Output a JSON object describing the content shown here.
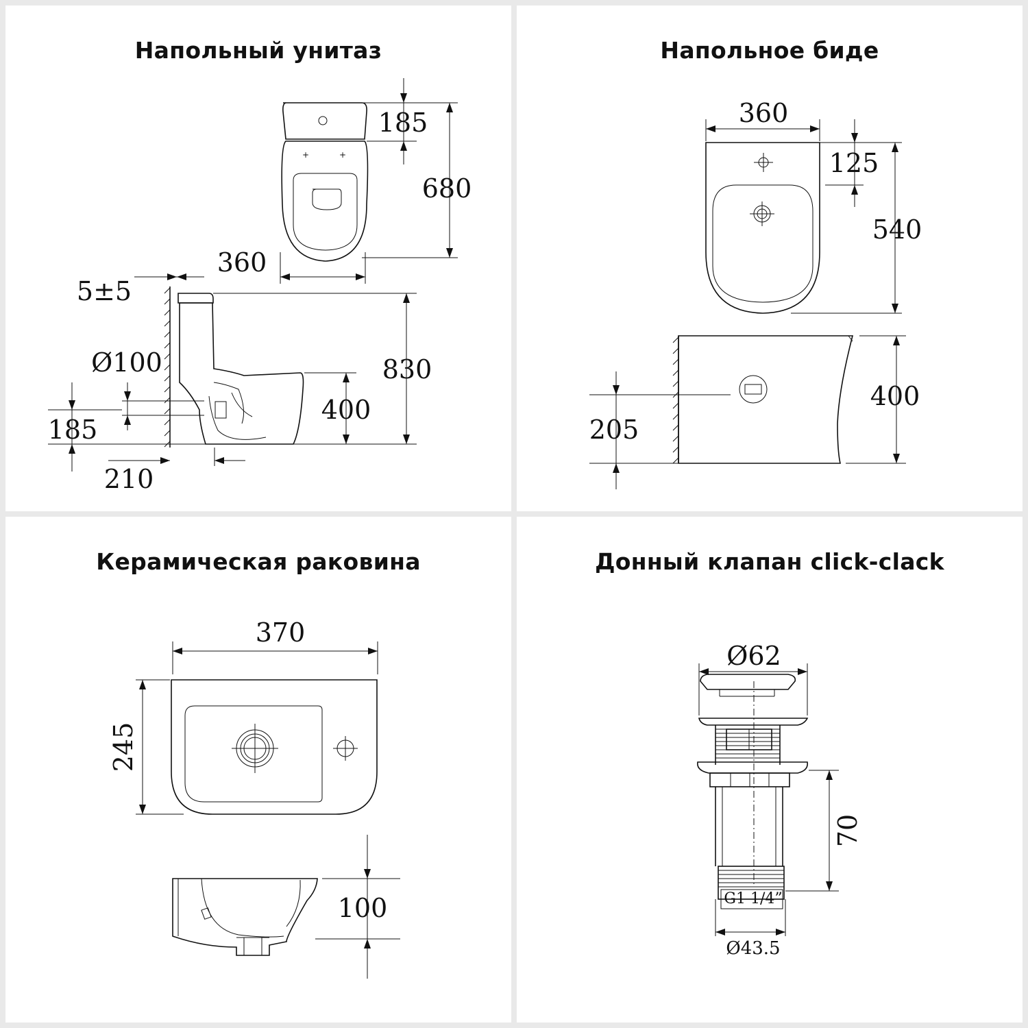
{
  "panels": {
    "toilet": {
      "title": "Напольный унитаз",
      "dims": {
        "tank_depth": "185",
        "depth": "680",
        "width": "360",
        "wall_gap": "5±5",
        "height": "830",
        "outlet_diameter": "Ø100",
        "seat_height": "400",
        "outlet_height": "185",
        "outlet_offset": "210"
      }
    },
    "bidet": {
      "title": "Напольное биде",
      "dims": {
        "width": "360",
        "tap_hole_offset": "125",
        "depth": "540",
        "height": "400",
        "outlet_height": "205"
      }
    },
    "basin": {
      "title": "Керамическая раковина",
      "dims": {
        "width": "370",
        "depth": "245",
        "height": "100"
      }
    },
    "valve": {
      "title": "Донный клапан click-clack",
      "dims": {
        "cap_diameter": "Ø62",
        "length": "70",
        "thread": "G1 1/4”",
        "pipe_diameter": "Ø43.5"
      }
    }
  }
}
